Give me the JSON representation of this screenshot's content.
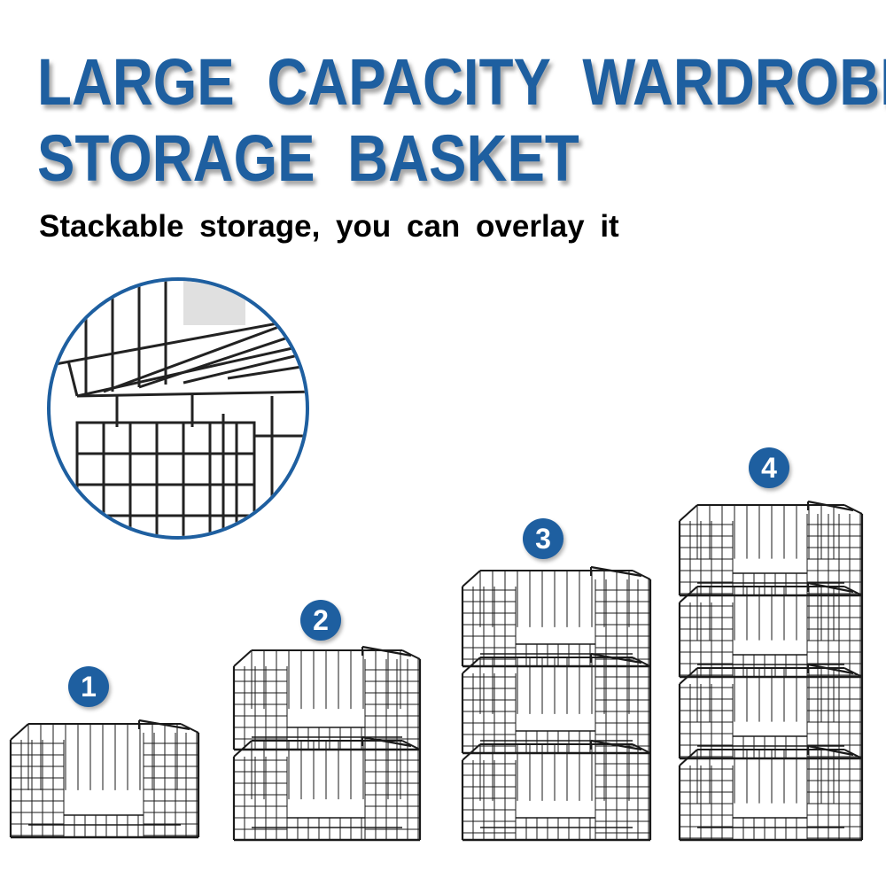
{
  "headline": {
    "line1": "LARGE CAPACITY WARDROBE",
    "line2": "STORAGE BASKET"
  },
  "subtitle": "Stackable storage, you can overlay it",
  "steps": [
    {
      "number": "1",
      "baskets": 1
    },
    {
      "number": "2",
      "baskets": 2
    },
    {
      "number": "3",
      "baskets": 3
    },
    {
      "number": "4",
      "baskets": 4
    }
  ],
  "colors": {
    "brand_blue": "#1e5fa0",
    "wire": "#1a1a1a"
  }
}
